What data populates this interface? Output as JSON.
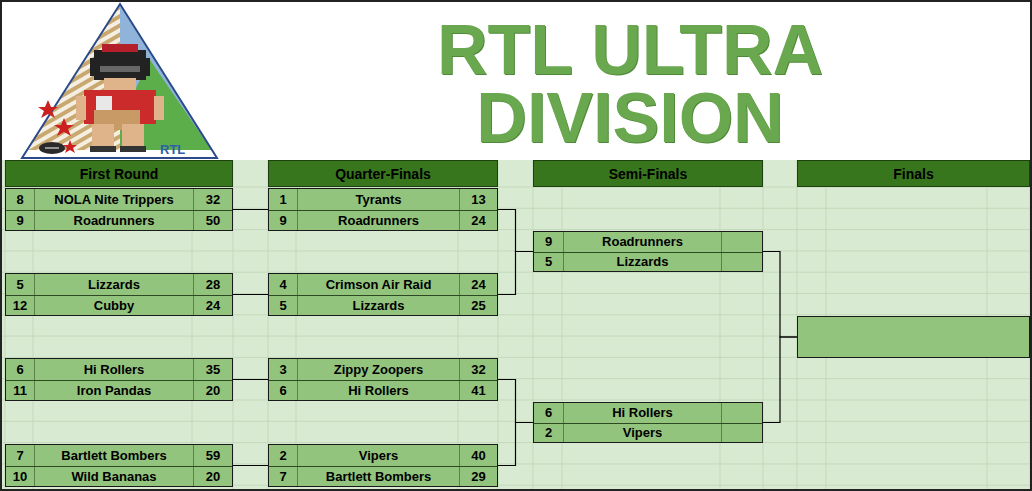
{
  "diagram": {
    "title": "RTL ULTRA DIVISION",
    "nodes": [
      {
        "text": [
          "First Round"
        ]
      },
      {
        "text": [
          "Quarter-Finals"
        ]
      },
      {
        "text": [
          "Semi-Finals"
        ]
      },
      {
        "text": [
          "Finals"
        ]
      },
      {
        "text": []
      },
      {
        "text": [
          "8",
          "NOLA Nite Trippers",
          "32"
        ],
        "in": 4
      },
      {
        "text": [
          "9",
          "Roadrunners",
          "50"
        ],
        "in": 4
      },
      {
        "text": []
      },
      {
        "text": [
          "5",
          "Lizzards",
          "28"
        ],
        "in": 7
      },
      {
        "text": [
          "12",
          "Cubby",
          "24"
        ],
        "in": 7
      },
      {
        "text": []
      },
      {
        "text": [
          "6",
          "Hi Rollers",
          "35"
        ],
        "in": 10
      },
      {
        "text": [
          "11",
          "Iron Pandas",
          "20"
        ],
        "in": 10
      },
      {
        "text": []
      },
      {
        "text": [
          "7",
          "Bartlett Bombers",
          "59"
        ],
        "in": 13
      },
      {
        "text": [
          "10",
          "Wild Bananas",
          "20"
        ],
        "in": 13
      },
      {
        "text": []
      },
      {
        "text": [
          "1",
          "Tyrants",
          "13"
        ],
        "in": 16
      },
      {
        "text": [
          "9",
          "Roadrunners",
          "24"
        ],
        "in": 16
      },
      {
        "text": []
      },
      {
        "text": [
          "4",
          "Crimson Air Raid",
          "24"
        ],
        "in": 19
      },
      {
        "text": [
          "5",
          "Lizzards",
          "25"
        ],
        "in": 19
      },
      {
        "text": []
      },
      {
        "text": [
          "3",
          "Zippy Zoopers",
          "32"
        ],
        "in": 22
      },
      {
        "text": [
          "6",
          "Hi Rollers",
          "41"
        ],
        "in": 22
      },
      {
        "text": []
      },
      {
        "text": [
          "2",
          "Vipers",
          "40"
        ],
        "in": 25
      },
      {
        "text": [
          "7",
          "Bartlett Bombers",
          "29"
        ],
        "in": 25
      },
      {
        "text": []
      },
      {
        "text": [
          "9",
          "Roadrunners"
        ],
        "in": 28
      },
      {
        "text": [
          "5",
          "Lizzards"
        ],
        "in": 28
      },
      {
        "text": []
      },
      {
        "text": [
          "6",
          "Hi Rollers"
        ],
        "in": 31
      },
      {
        "text": [
          "2",
          "Vipers"
        ],
        "in": 31
      },
      {
        "text": []
      }
    ],
    "edges": [
      {
        "from": 4,
        "to": 16,
        "arrow": "none"
      },
      {
        "from": 7,
        "to": 19,
        "arrow": "none"
      },
      {
        "from": 10,
        "to": 22,
        "arrow": "none"
      },
      {
        "from": 13,
        "to": 25,
        "arrow": "none"
      },
      {
        "from": 16,
        "to": 28,
        "arrow": "none"
      },
      {
        "from": 19,
        "to": 28,
        "arrow": "none"
      },
      {
        "from": 22,
        "to": 31,
        "arrow": "none"
      },
      {
        "from": 25,
        "to": 31,
        "arrow": "none"
      },
      {
        "from": 28,
        "to": 34,
        "arrow": "none"
      },
      {
        "from": 31,
        "to": 34,
        "arrow": "none"
      }
    ],
    "labels": [
      "RTL"
    ]
  }
}
